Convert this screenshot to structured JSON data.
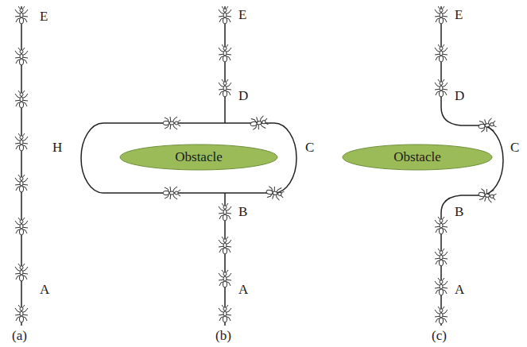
{
  "diagram": {
    "nodes": [
      {
        "text": [
          "Obstacle"
        ]
      },
      {
        "text": [
          "Obstacle"
        ]
      }
    ],
    "labels": [
      "E",
      "A",
      "(a)",
      "E",
      "D",
      "H",
      "C",
      "B",
      "A",
      "(b)",
      "E",
      "D",
      "C",
      "B",
      "A",
      "(c)"
    ]
  }
}
